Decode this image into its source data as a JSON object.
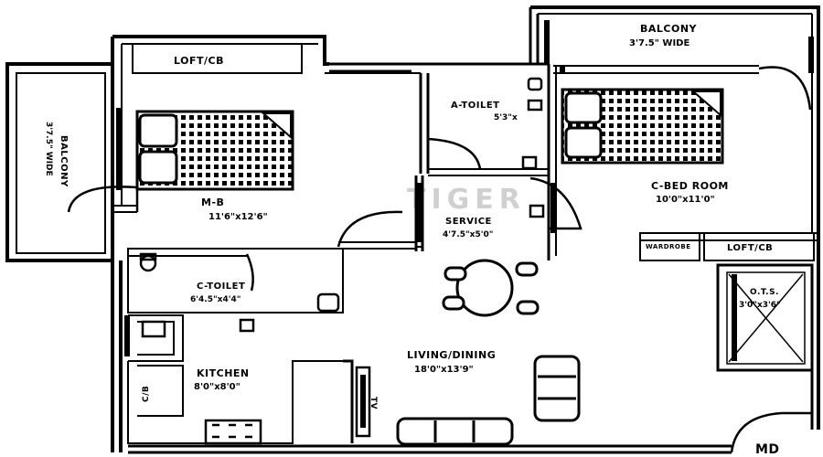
{
  "watermark": "TIGER",
  "rooms": {
    "balcony_top": {
      "name": "BALCONY",
      "size": "3'7.5\" WIDE"
    },
    "balcony_left": {
      "name": "BALCONY",
      "size": "3'7.5\" WIDE"
    },
    "loft_left": {
      "name": "LOFT/CB"
    },
    "loft_right": {
      "name": "LOFT/CB"
    },
    "a_toilet": {
      "name": "A-TOILET",
      "size": "5'3\"x"
    },
    "master_bed": {
      "name": "M-B",
      "size": "11'6\"x12'6\""
    },
    "c_bed": {
      "name": "C-BED ROOM",
      "size": "10'0\"x11'0\""
    },
    "service": {
      "name": "SERVICE",
      "size": "4'7.5\"x5'0\""
    },
    "c_toilet": {
      "name": "C-TOILET",
      "size": "6'4.5\"x4'4\""
    },
    "living": {
      "name": "LIVING/DINING",
      "size": "18'0\"x13'9\""
    },
    "kitchen": {
      "name": "KITCHEN",
      "size": "8'0\"x8'0\""
    },
    "ots": {
      "name": "O.T.S.",
      "size": "3'0\"x3'6\""
    },
    "md": {
      "name": "MD"
    }
  },
  "fixtures": {
    "tv": "TV",
    "cb": "C/B",
    "wardrobe": "WARDROBE"
  }
}
